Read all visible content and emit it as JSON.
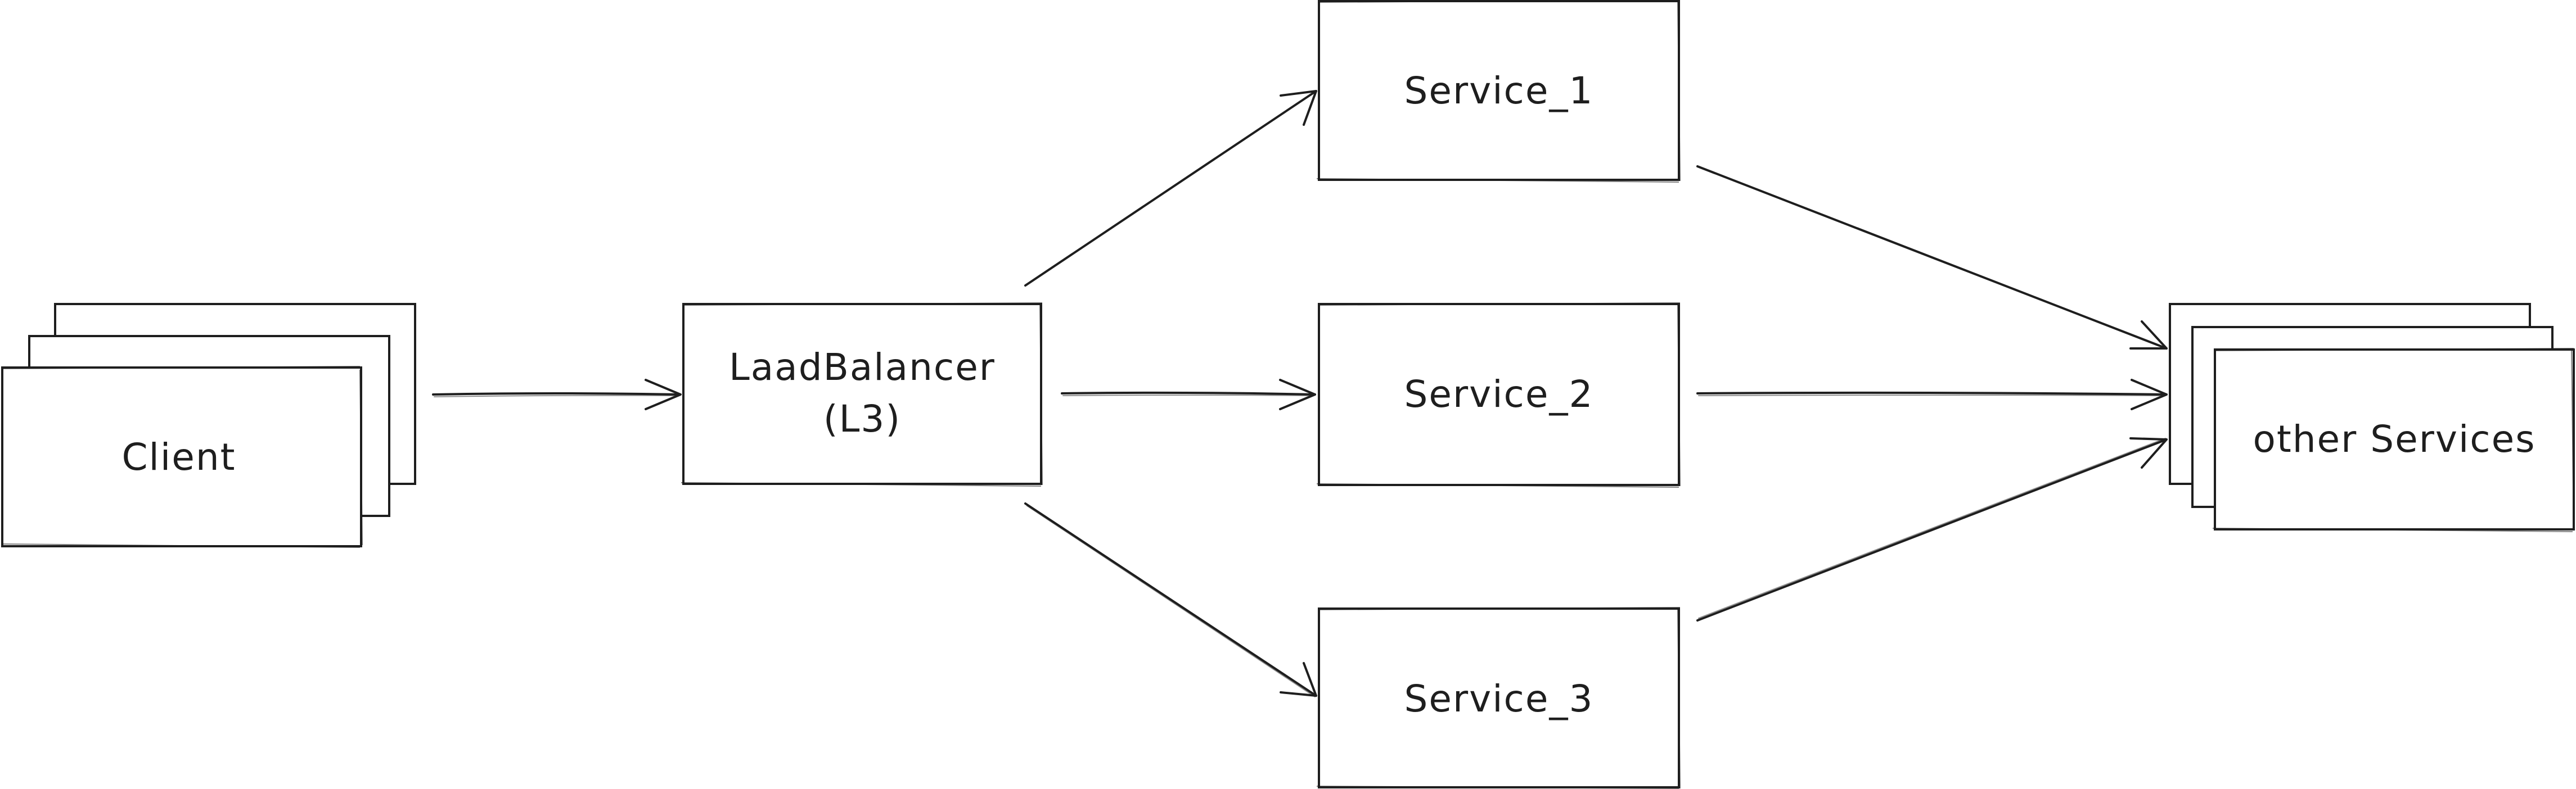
{
  "nodes": {
    "client": {
      "label": "Client"
    },
    "load_balancer": {
      "label_line1": "LaadBalancer",
      "label_line2": "(L3)"
    },
    "service_1": {
      "label": "Service_1"
    },
    "service_2": {
      "label": "Service_2"
    },
    "service_3": {
      "label": "Service_3"
    },
    "other_services": {
      "label": "other Services"
    }
  },
  "edges": [
    {
      "from": "client",
      "to": "load_balancer"
    },
    {
      "from": "load_balancer",
      "to": "service_1"
    },
    {
      "from": "load_balancer",
      "to": "service_2"
    },
    {
      "from": "load_balancer",
      "to": "service_3"
    },
    {
      "from": "service_1",
      "to": "other_services"
    },
    {
      "from": "service_2",
      "to": "other_services"
    },
    {
      "from": "service_3",
      "to": "other_services"
    }
  ],
  "style": {
    "stroke_color": "#1e1e1e",
    "background": "#ffffff"
  }
}
